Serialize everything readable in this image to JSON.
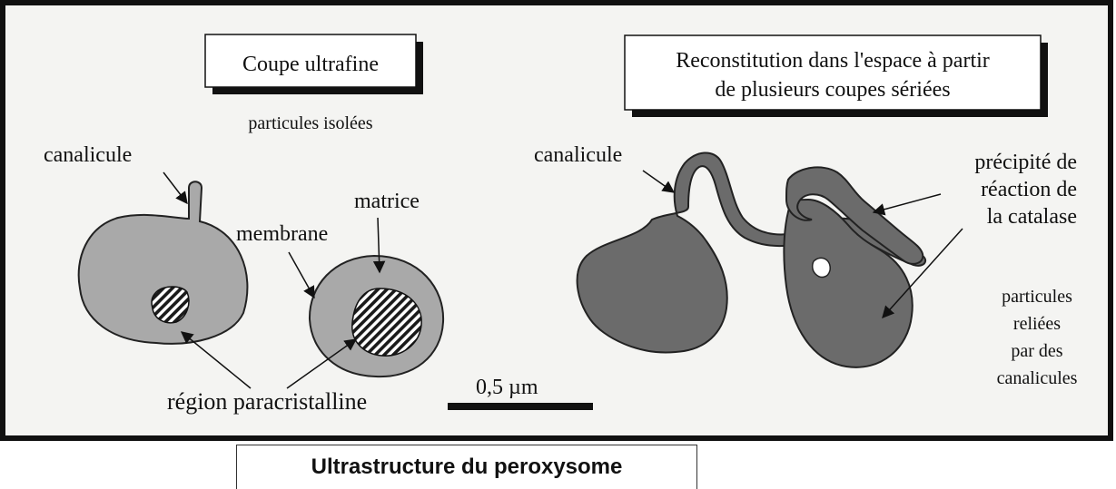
{
  "title_box_left": "Coupe ultrafine",
  "subtitle_left": "particules isolées",
  "title_box_right_line1": "Reconstitution dans l'espace à partir",
  "title_box_right_line2": "de plusieurs coupes sériées",
  "labels": {
    "canalicule_left": "canalicule",
    "membrane": "membrane",
    "matrice": "matrice",
    "region_paracristalline": "région paracristalline",
    "scale_bar": "0,5 µm",
    "canalicule_right": "canalicule",
    "precipite_line1": "précipité de",
    "precipite_line2": "réaction de",
    "precipite_line3": "la catalase",
    "particules_line1": "particules",
    "particules_line2": "reliées",
    "particules_line3": "par des",
    "particules_line4": "canalicules"
  },
  "caption": "Ultrastructure du peroxysome",
  "colors": {
    "background": "#f4f4f2",
    "frame": "#111111",
    "light_particle": "#a9a9a9",
    "dark_particle": "#6b6b6b",
    "hatch": "#1a1a1a"
  }
}
